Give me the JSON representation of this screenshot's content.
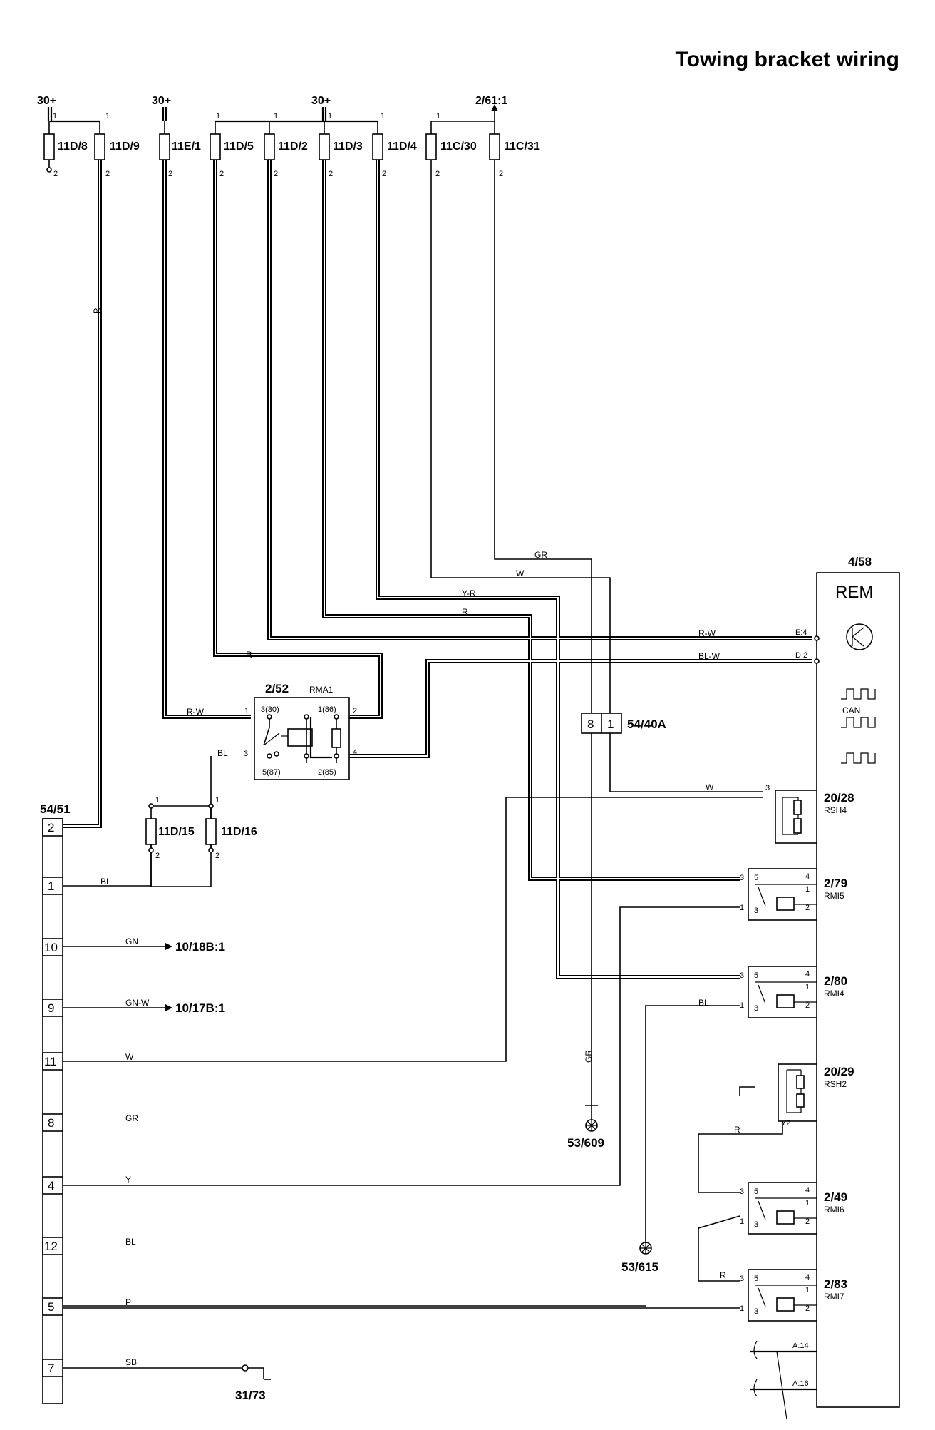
{
  "title": "Towing bracket wiring",
  "supplies": {
    "s1": "30+",
    "s2": "30+",
    "s3": "30+",
    "s4": "2/61:1"
  },
  "fuses": {
    "f11d8": "11D/8",
    "f11d9": "11D/9",
    "f11e1": "11E/1",
    "f11d5": "11D/5",
    "f11d2": "11D/2",
    "f11d3": "11D/3",
    "f11d4": "11D/4",
    "f11c30": "11C/30",
    "f11c31": "11C/31",
    "f11d15": "11D/15",
    "f11d16": "11D/16"
  },
  "pins": {
    "one": "1",
    "two": "2",
    "three": "3",
    "four": "4",
    "five": "5",
    "y2": "Y2"
  },
  "wires": {
    "R": "R",
    "GR": "GR",
    "W": "W",
    "YR": "Y-R",
    "RW": "R-W",
    "BLW": "BL-W",
    "BL": "BL",
    "GN": "GN",
    "GNW": "GN-W",
    "Y": "Y",
    "P": "P",
    "SB": "SB",
    "RW2": "R-W"
  },
  "relay": {
    "id": "2/52",
    "sub": "RMA1",
    "p3": "3(30)",
    "p1": "1(86)",
    "p5": "5(87)",
    "p2": "2(85)"
  },
  "connector_40a": {
    "id": "54/40A",
    "pin_a": "8",
    "pin_b": "1"
  },
  "rem": {
    "id": "4/58",
    "name": "REM",
    "can": "CAN",
    "e4": "E:4",
    "d2": "D:2",
    "a14": "A:14",
    "a16": "A:16"
  },
  "components": {
    "c2028": "20/28",
    "c2028s": "RSH4",
    "c279": "2/79",
    "c279s": "RMI5",
    "c280": "2/80",
    "c280s": "RMI4",
    "c2029": "20/29",
    "c2029s": "RSH2",
    "c249": "2/49",
    "c249s": "RMI6",
    "c283": "2/83",
    "c283s": "RMI7"
  },
  "socket": {
    "id": "54/51",
    "pins": [
      "2",
      "1",
      "10",
      "9",
      "11",
      "8",
      "4",
      "12",
      "5",
      "7"
    ]
  },
  "refs": {
    "r1018b": "10/18B:1",
    "r1017b": "10/17B:1"
  },
  "grounds": {
    "g609": "53/609",
    "g615": "53/615",
    "g3173": "31/73"
  }
}
